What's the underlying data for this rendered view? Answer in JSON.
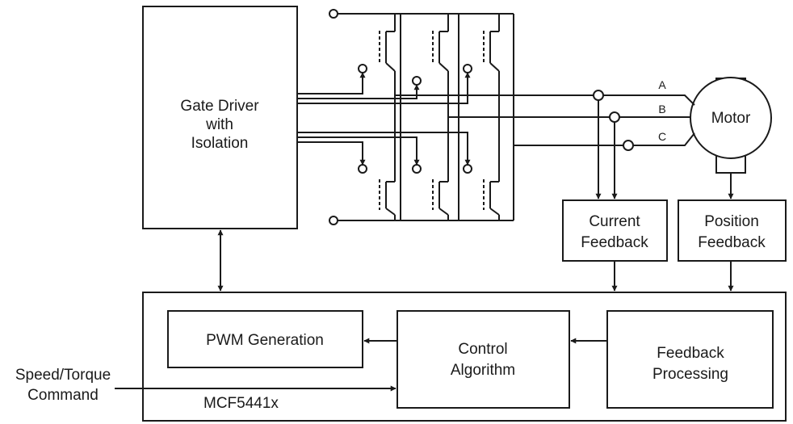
{
  "blocks": {
    "gate_driver": {
      "line1": "Gate Driver",
      "line2": "with",
      "line3": "Isolation"
    },
    "motor": {
      "label": "Motor"
    },
    "current_feedback": {
      "line1": "Current",
      "line2": "Feedback"
    },
    "position_feedback": {
      "line1": "Position",
      "line2": "Feedback"
    },
    "pwm_generation": {
      "label": "PWM Generation"
    },
    "control_algorithm": {
      "line1": "Control",
      "line2": "Algorithm"
    },
    "feedback_processing": {
      "line1": "Feedback",
      "line2": "Processing"
    },
    "mcu": {
      "label": "MCF5441x"
    }
  },
  "phases": [
    "A",
    "B",
    "C"
  ],
  "input": {
    "line1": "Speed/Torque",
    "line2": "Command"
  },
  "colors": {
    "stroke": "#1a1a1a",
    "background": "#ffffff"
  }
}
